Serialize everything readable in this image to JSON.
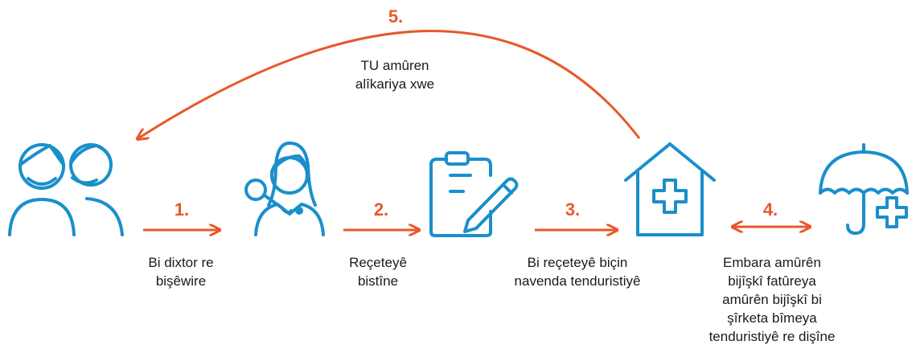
{
  "colors": {
    "icon": "#1A8FCB",
    "arrow": "#E8582A",
    "text": "#1a1a1a"
  },
  "icons": [
    {
      "name": "family-icon"
    },
    {
      "name": "doctor-icon"
    },
    {
      "name": "prescription-clipboard-icon"
    },
    {
      "name": "health-center-icon"
    },
    {
      "name": "insurance-umbrella-icon"
    }
  ],
  "steps": [
    {
      "number": "1.",
      "caption": "Bi dixtor re\nbişêwire"
    },
    {
      "number": "2.",
      "caption": "Reçeteyê\nbistîne"
    },
    {
      "number": "3.",
      "caption": "Bi reçeteyê biçin\nnavenda tenduristiyê"
    },
    {
      "number": "4.",
      "caption": "Embara amûrên\nbijîşkî fatûreya\namûrên bijîşkî bi\nşîrketa bîmeya\ntenduristiyê re dişîne"
    },
    {
      "number": "5.",
      "caption": "TU amûren\nalîkariya xwe"
    }
  ]
}
